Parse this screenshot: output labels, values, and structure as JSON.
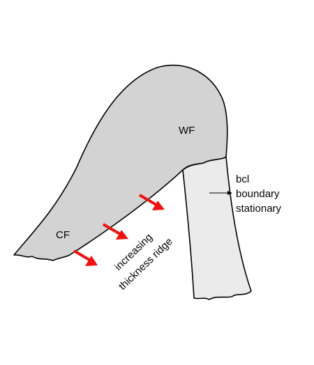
{
  "labels": {
    "wf": "WF",
    "cf": "CF",
    "bcl": "bcl",
    "boundary": "boundary",
    "stationary": "stationary",
    "increasing": "increasing",
    "thickness_ridge": "thickness ridge"
  },
  "colors": {
    "upper_region_fill": "#d3d3d3",
    "boundary_strip_fill": "#ebebeb",
    "arrows": "#ee1111",
    "outline": "#000000"
  }
}
